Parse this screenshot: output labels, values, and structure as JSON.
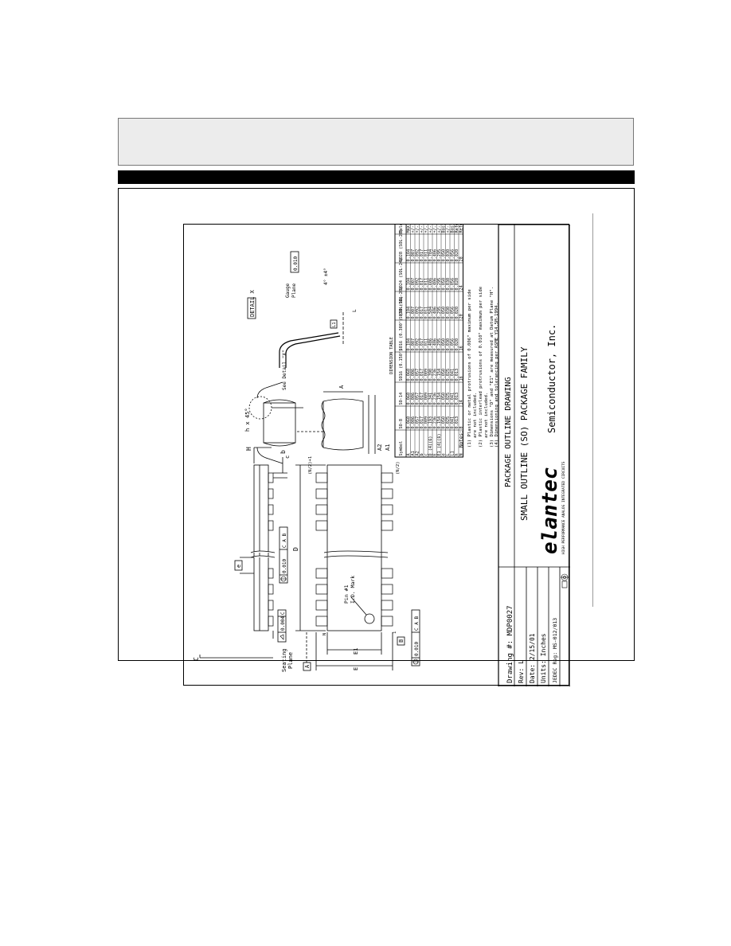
{
  "title_block": {
    "drawing_no": "Drawing #: MDP0027",
    "rev": "Rev: L",
    "date": "Date: 2/15/01",
    "units": "Units: Inches",
    "jedec": "JEDEC Reg: MS-012/013",
    "title_line1": "PACKAGE OUTLINE DRAWING",
    "title_line2": "SMALL OUTLINE (SO) PACKAGE FAMILY",
    "company": "elantec",
    "company_suffix": "Semiconductor, Inc.",
    "tagline": "HIGH PERFORMANCE ANALOG INTEGRATED CIRCUITS"
  },
  "labels": {
    "seating_plane_1": "Seating",
    "seating_plane_2": "Plane",
    "C": "C",
    "H": "H",
    "b": "b",
    "e": "e",
    "D": "D",
    "E": "E",
    "E1": "E1",
    "A": "A",
    "A1": "A1",
    "A2": "A2",
    "L": "L",
    "c": "c",
    "N": "N",
    "one": "1",
    "Ndiv": "(N/2)",
    "Ndiv1": "(N/2)+1",
    "chamfer": "h x 45°",
    "see_detail": "See Detail \"X\"",
    "detail_x": "DETAIL X",
    "gauge_1": "Gauge",
    "gauge_2": "Plane",
    "gauge_val": "0.010",
    "angle": "4° ±4°",
    "L1": "L1",
    "pin1_1": "Pin #1",
    "pin1_2": "I.D. Mark",
    "tol_flat": "0.004",
    "tol_pos_top": "0.010",
    "tol_pos_top_refs": "C A B",
    "tol_pos_bottom": "0.010",
    "tol_pos_bottom_refs": "C A B",
    "datum_A": "A",
    "datum_B": "B",
    "datum_C": "C"
  },
  "dimension_table": {
    "title": "DIMENSION TABLE",
    "headers": [
      "Symbol",
      "SO-8",
      "SO-14",
      "SO16 (0.150\")",
      "SO16 (0.300\") (SOL-16)",
      "SO20 (SOL-20)",
      "SO24 (SOL-24)",
      "SO28 (SOL-28)",
      "Tolerance"
    ],
    "rows": [
      [
        "A",
        "0.068",
        "0.068",
        "0.068",
        "0.104",
        "0.104",
        "0.104",
        "0.104",
        "MAX"
      ],
      [
        "A1",
        "0.006",
        "0.006",
        "0.006",
        "0.007",
        "0.007",
        "0.007",
        "0.007",
        "+/- 0.003"
      ],
      [
        "A2",
        "0.057",
        "0.057",
        "0.057",
        "0.092",
        "0.092",
        "0.092",
        "0.092",
        "+/- 0.002"
      ],
      [
        "b",
        "0.017",
        "0.017",
        "0.017",
        "0.017",
        "0.017",
        "0.017",
        "0.017",
        "+/- 0.003"
      ],
      [
        "c",
        "0.009",
        "0.009",
        "0.009",
        "0.011",
        "0.011",
        "0.011",
        "0.011",
        "+/- 0.001"
      ],
      [
        "D (4)(6)",
        "0.193",
        "0.341",
        "0.390",
        "0.406",
        "0.504",
        "0.606",
        "0.704",
        "+/- 0.004"
      ],
      [
        "E",
        "0.236",
        "0.236",
        "0.236",
        "0.406",
        "0.406",
        "0.406",
        "0.406",
        "+/- 0.008"
      ],
      [
        "E1 (4)(6)",
        "0.154",
        "0.154",
        "0.154",
        "0.295",
        "0.295",
        "0.295",
        "0.295",
        "+/- 0.004"
      ],
      [
        "e",
        "0.050",
        "0.050",
        "0.050",
        "0.050",
        "0.050",
        "0.050",
        "0.050",
        "Basic"
      ],
      [
        "L",
        "0.025",
        "0.025",
        "0.025",
        "0.030",
        "0.030",
        "0.030",
        "0.030",
        "+/- 0.009"
      ],
      [
        "L1",
        "0.041",
        "0.041",
        "0.041",
        "0.056",
        "0.056",
        "0.056",
        "0.056",
        "Basic"
      ],
      [
        "h",
        "0.013",
        "0.013",
        "0.013",
        "0.020",
        "0.020",
        "0.020",
        "0.020",
        "Reference"
      ],
      [
        "N",
        "8",
        "14",
        "16",
        "16",
        "20",
        "24",
        "28",
        "Reference"
      ]
    ]
  },
  "notes": {
    "heading": "Notes:",
    "n1a": "(1) Plastic or metal protrusions of 0.006\" maximum per side",
    "n1b": "are not included.",
    "n2a": "(2) Plastic interlead protrusions of 0.010\" maximum per side",
    "n2b": "are not included.",
    "n3": "(3) Dimensions \"D\" and \"E1\" are measured at Datum Plane \"H\".",
    "n4": "(4) Dimensioning and tolerancing per ASME Y14.5M-1994."
  }
}
